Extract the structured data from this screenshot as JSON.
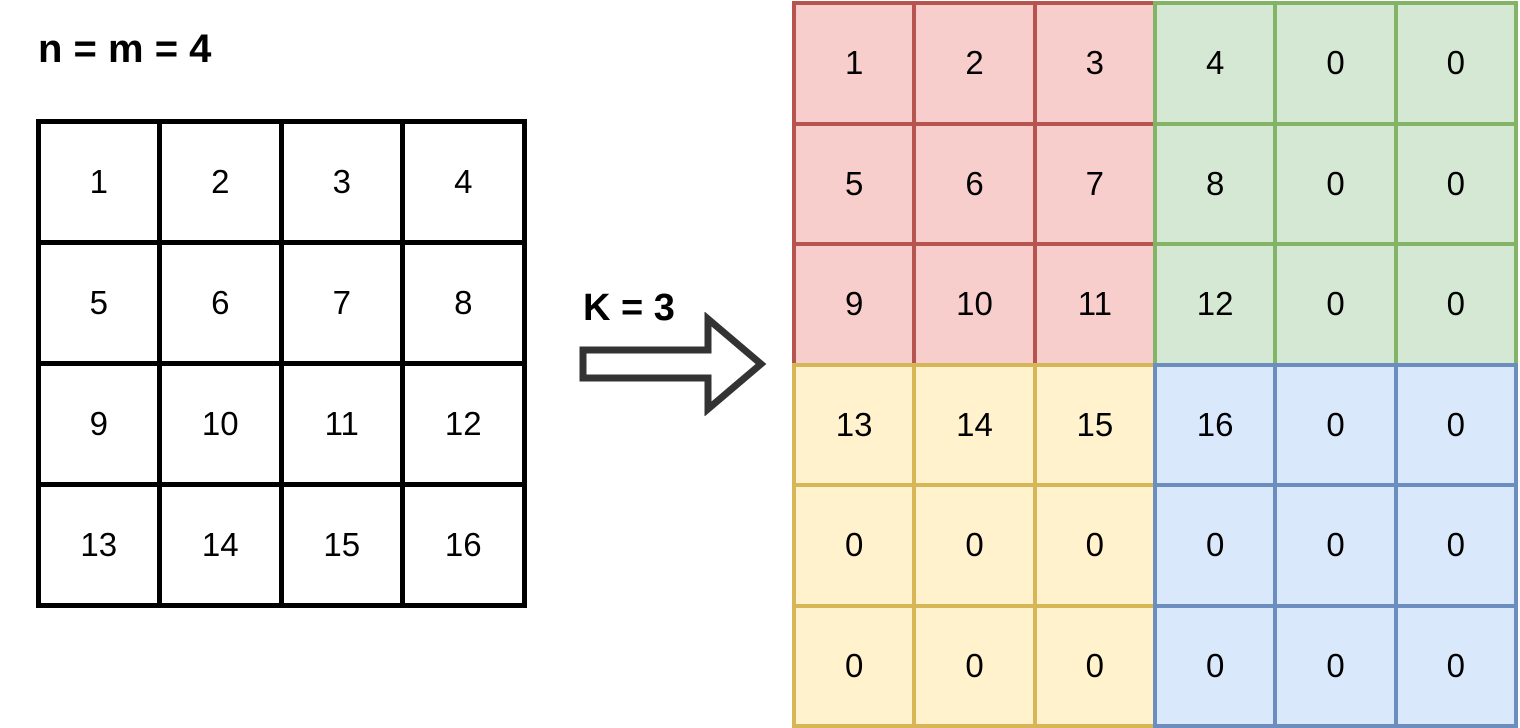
{
  "title": "n = m = 4",
  "operation_label": "K = 3",
  "arrow_icon": "right-arrow-icon",
  "input_grid": [
    [
      "1",
      "2",
      "3",
      "4"
    ],
    [
      "5",
      "6",
      "7",
      "8"
    ],
    [
      "9",
      "10",
      "11",
      "12"
    ],
    [
      "13",
      "14",
      "15",
      "16"
    ]
  ],
  "output_grid": [
    [
      "1",
      "2",
      "3",
      "4",
      "0",
      "0"
    ],
    [
      "5",
      "6",
      "7",
      "8",
      "0",
      "0"
    ],
    [
      "9",
      "10",
      "11",
      "12",
      "0",
      "0"
    ],
    [
      "13",
      "14",
      "15",
      "16",
      "0",
      "0"
    ],
    [
      "0",
      "0",
      "0",
      "0",
      "0",
      "0"
    ],
    [
      "0",
      "0",
      "0",
      "0",
      "0",
      "0"
    ]
  ],
  "quadrant_colors": {
    "top_left": {
      "fill": "#f8cecc",
      "stroke": "#b85450"
    },
    "top_right": {
      "fill": "#d5e8d4",
      "stroke": "#82b366"
    },
    "bottom_left": {
      "fill": "#fff2cc",
      "stroke": "#d6b656"
    },
    "bottom_right": {
      "fill": "#dae8fc",
      "stroke": "#6c8ebf"
    }
  },
  "arrow_color": {
    "fill": "#ffffff",
    "stroke": "#333333"
  }
}
